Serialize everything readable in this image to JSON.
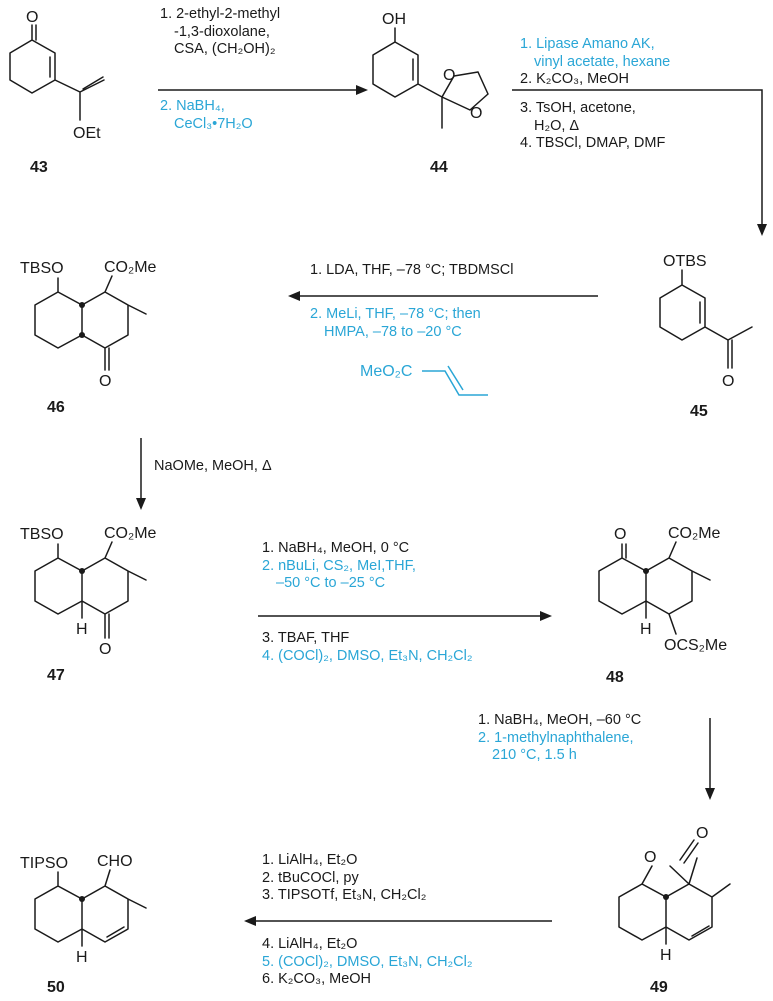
{
  "colors": {
    "black_text": "#1a1a1a",
    "cyan_text": "#2aa6d6"
  },
  "compounds": {
    "c43": {
      "number": "43",
      "labels": {
        "ketone_o": "O",
        "ethoxy": "OEt"
      }
    },
    "c44": {
      "number": "44",
      "labels": {
        "hydroxyl": "OH",
        "ring_o1": "O",
        "ring_o2": "O"
      }
    },
    "c45": {
      "number": "45",
      "labels": {
        "silyl_ether": "OTBS",
        "ketone_o": "O"
      }
    },
    "c46": {
      "number": "46",
      "labels": {
        "silyl_ether": "TBSO",
        "ester": "CO₂Me",
        "ketone_o": "O"
      }
    },
    "c47": {
      "number": "47",
      "labels": {
        "silyl_ether": "TBSO",
        "ester": "CO₂Me",
        "ketone_o": "O",
        "hydrogen": "H"
      }
    },
    "c48": {
      "number": "48",
      "labels": {
        "ketone_o": "O",
        "ester": "CO₂Me",
        "xanthate": "OCS₂Me",
        "hydrogen": "H"
      }
    },
    "c49": {
      "number": "49",
      "labels": {
        "lactone_o": "O",
        "carbonyl_o": "O",
        "hydrogen": "H"
      }
    },
    "c50": {
      "number": "50",
      "labels": {
        "silyl_ether": "TIPSO",
        "aldehyde": "CHO",
        "hydrogen": "H"
      }
    }
  },
  "reagent_MeO2C": "MeO₂C",
  "steps": {
    "s1": {
      "black": [
        "1. 2-ethyl-2-methyl",
        "   -1,3-dioxolane,",
        "   CSA, (CH₂OH)₂"
      ],
      "cyan": [
        "2. NaBH₄,",
        "   CeCl₃•7H₂O"
      ]
    },
    "s2": {
      "cyan": [
        "1. Lipase Amano AK,",
        "   vinyl acetate, hexane"
      ],
      "black_a": [
        "2. K₂CO₃, MeOH"
      ],
      "black_b": [
        "3. TsOH, acetone,",
        "   H₂O, Δ",
        "4. TBSCl, DMAP, DMF"
      ]
    },
    "s3": {
      "black": [
        "1. LDA, THF, –78 °C; TBDMSCl"
      ],
      "cyan": [
        "2. MeLi, THF, –78 °C; then",
        "   HMPA, –78 to –20 °C"
      ]
    },
    "s4": {
      "black": [
        "NaOMe, MeOH, Δ"
      ]
    },
    "s5": {
      "black_a": [
        "1. NaBH₄, MeOH, 0 °C"
      ],
      "cyan_a": [
        "2. nBuLi, CS₂, MeI,THF,",
        "   –50 °C to –25 °C"
      ],
      "black_b": [
        "3. TBAF, THF"
      ],
      "cyan_b": [
        "4. (COCl)₂, DMSO, Et₃N, CH₂Cl₂"
      ]
    },
    "s6": {
      "black": [
        "1. NaBH₄, MeOH, –60 °C"
      ],
      "cyan": [
        "2. 1-methylnaphthalene,",
        "   210 °C, 1.5 h"
      ]
    },
    "s7": {
      "black_a": [
        "1. LiAlH₄, Et₂O",
        "2. tBuCOCl, py",
        "3. TIPSOTf, Et₃N, CH₂Cl₂"
      ],
      "black_b": [
        "4. LiAlH₄, Et₂O"
      ],
      "cyan": [
        "5. (COCl)₂, DMSO, Et₃N, CH₂Cl₂"
      ],
      "black_c": [
        "6. K₂CO₃, MeOH"
      ]
    }
  }
}
